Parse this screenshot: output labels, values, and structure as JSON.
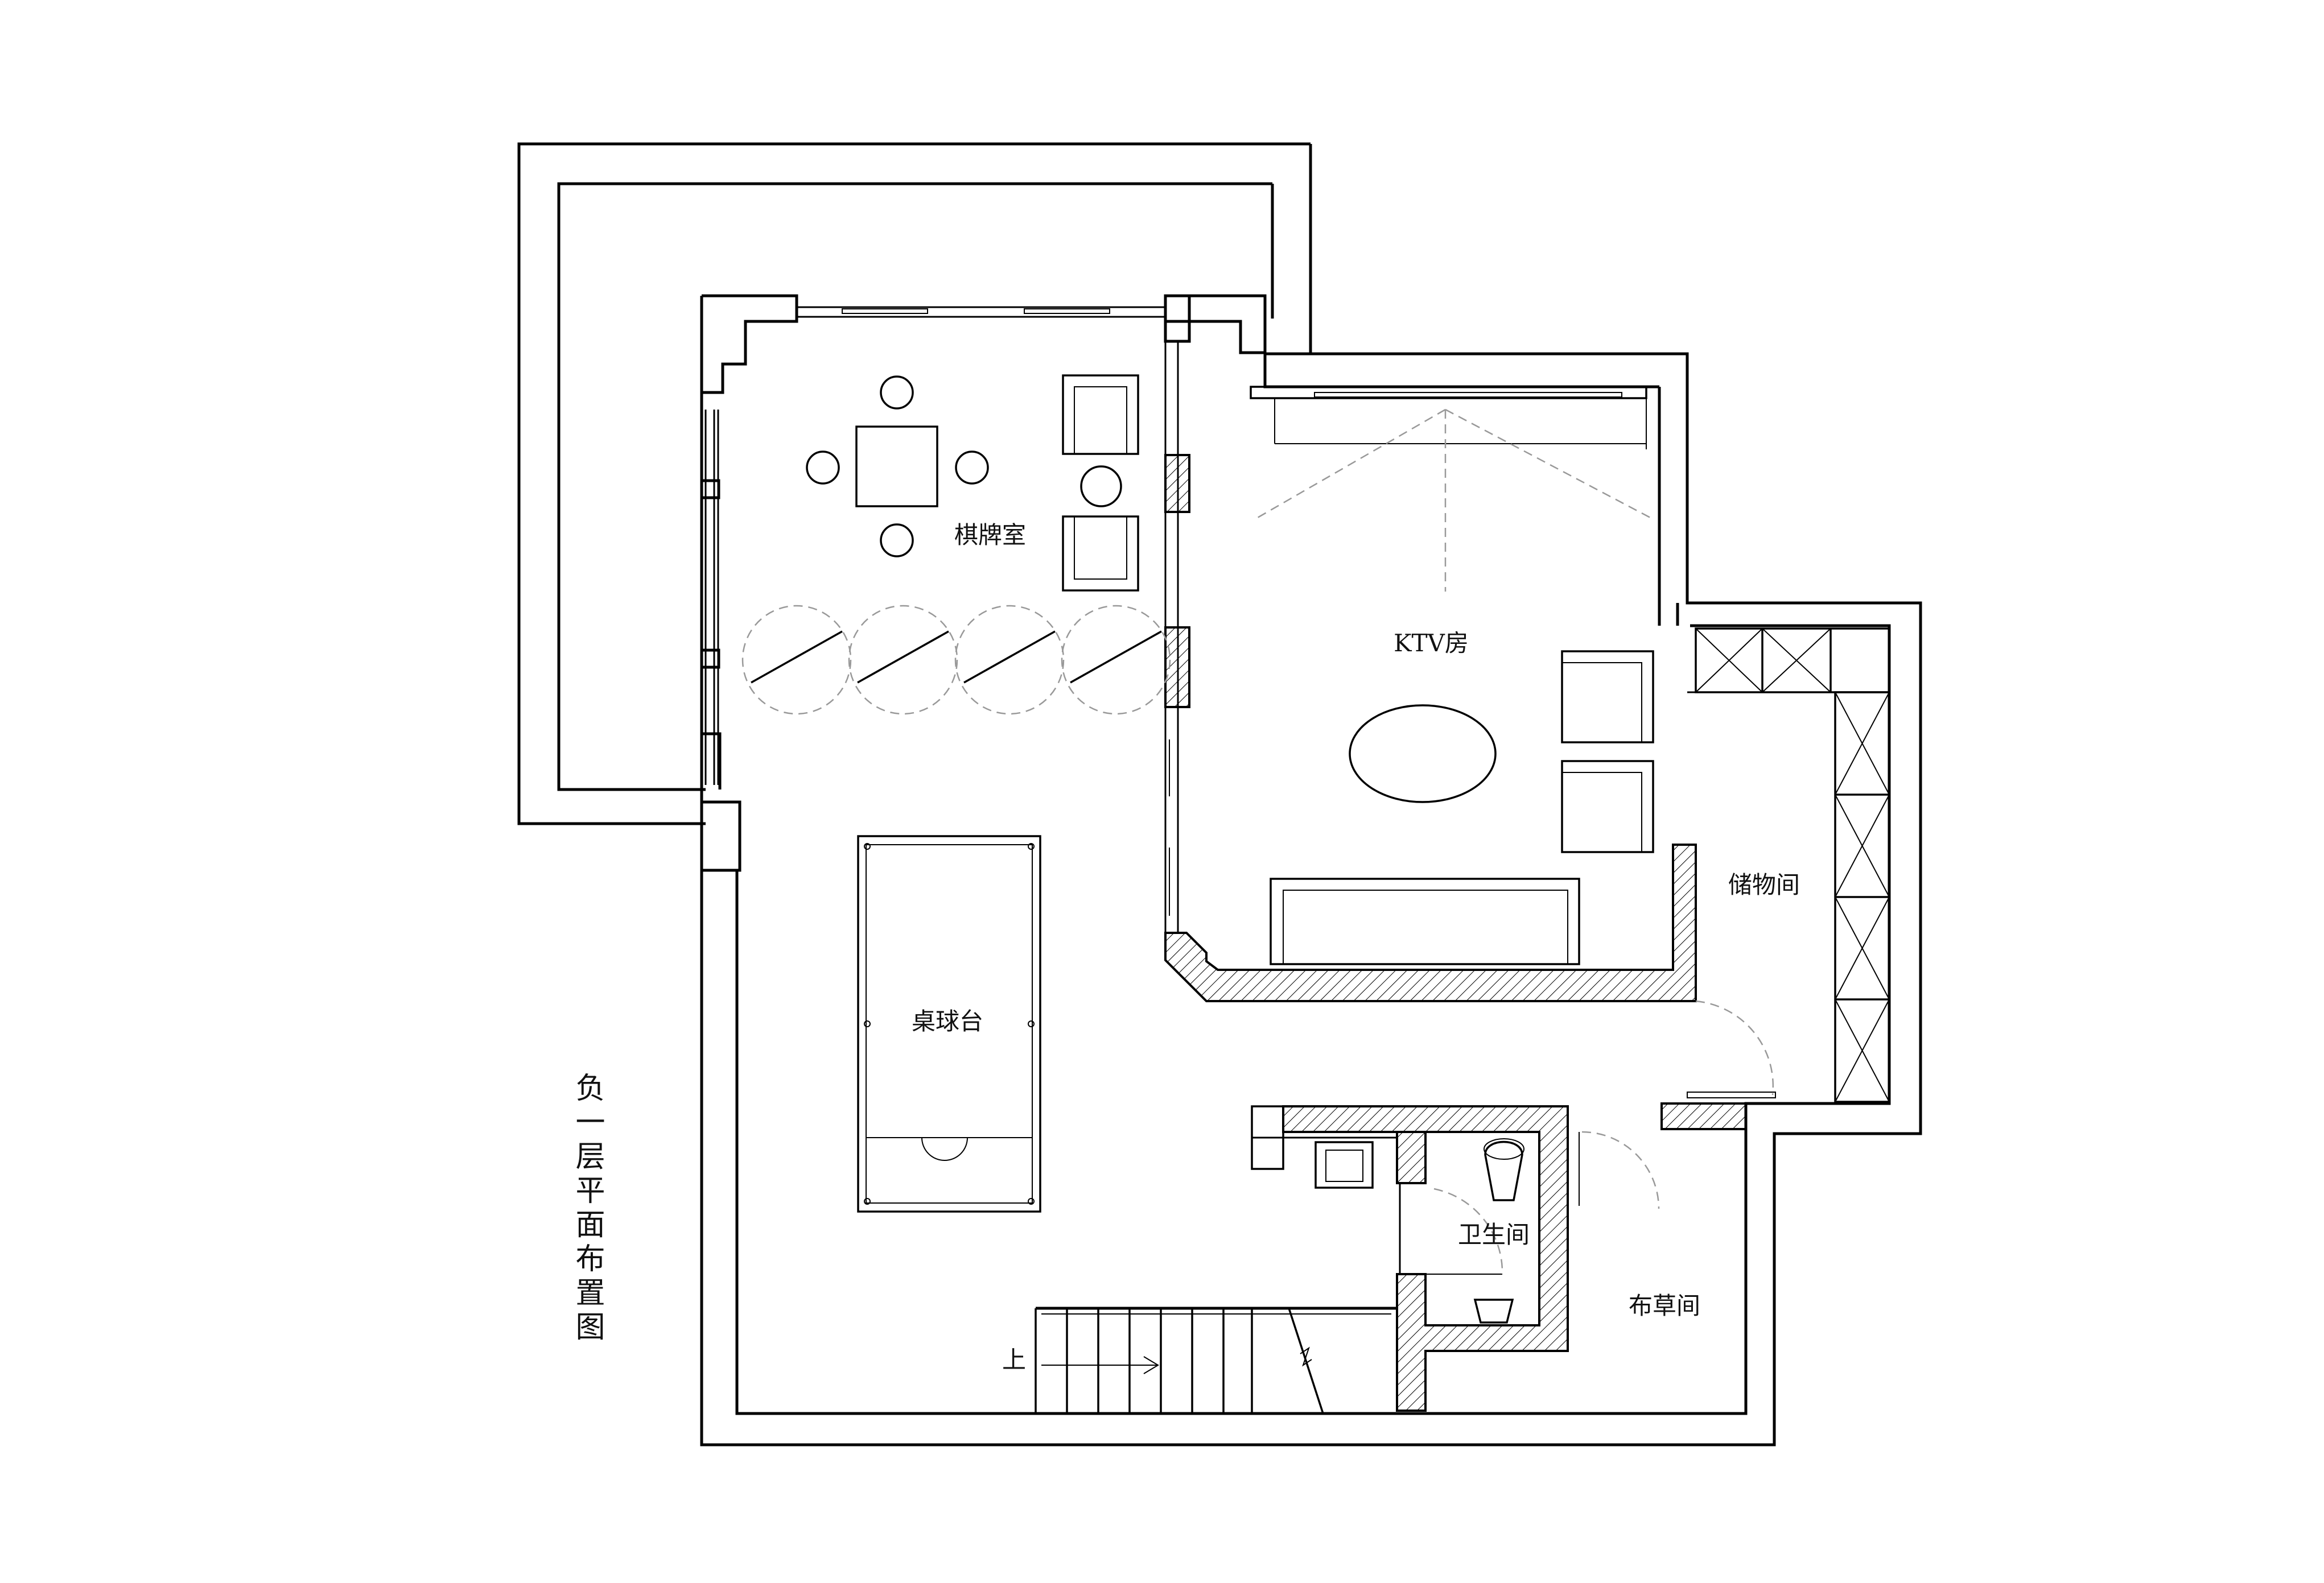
{
  "plan_title": "负一层平面布置图",
  "rooms": {
    "chess_room": "棋牌室",
    "ktv_room": "KTV房",
    "storage": "储物间",
    "billiards": "桌球台",
    "bathroom": "卫生间",
    "linen_room": "布草间"
  },
  "stair_direction": "上"
}
